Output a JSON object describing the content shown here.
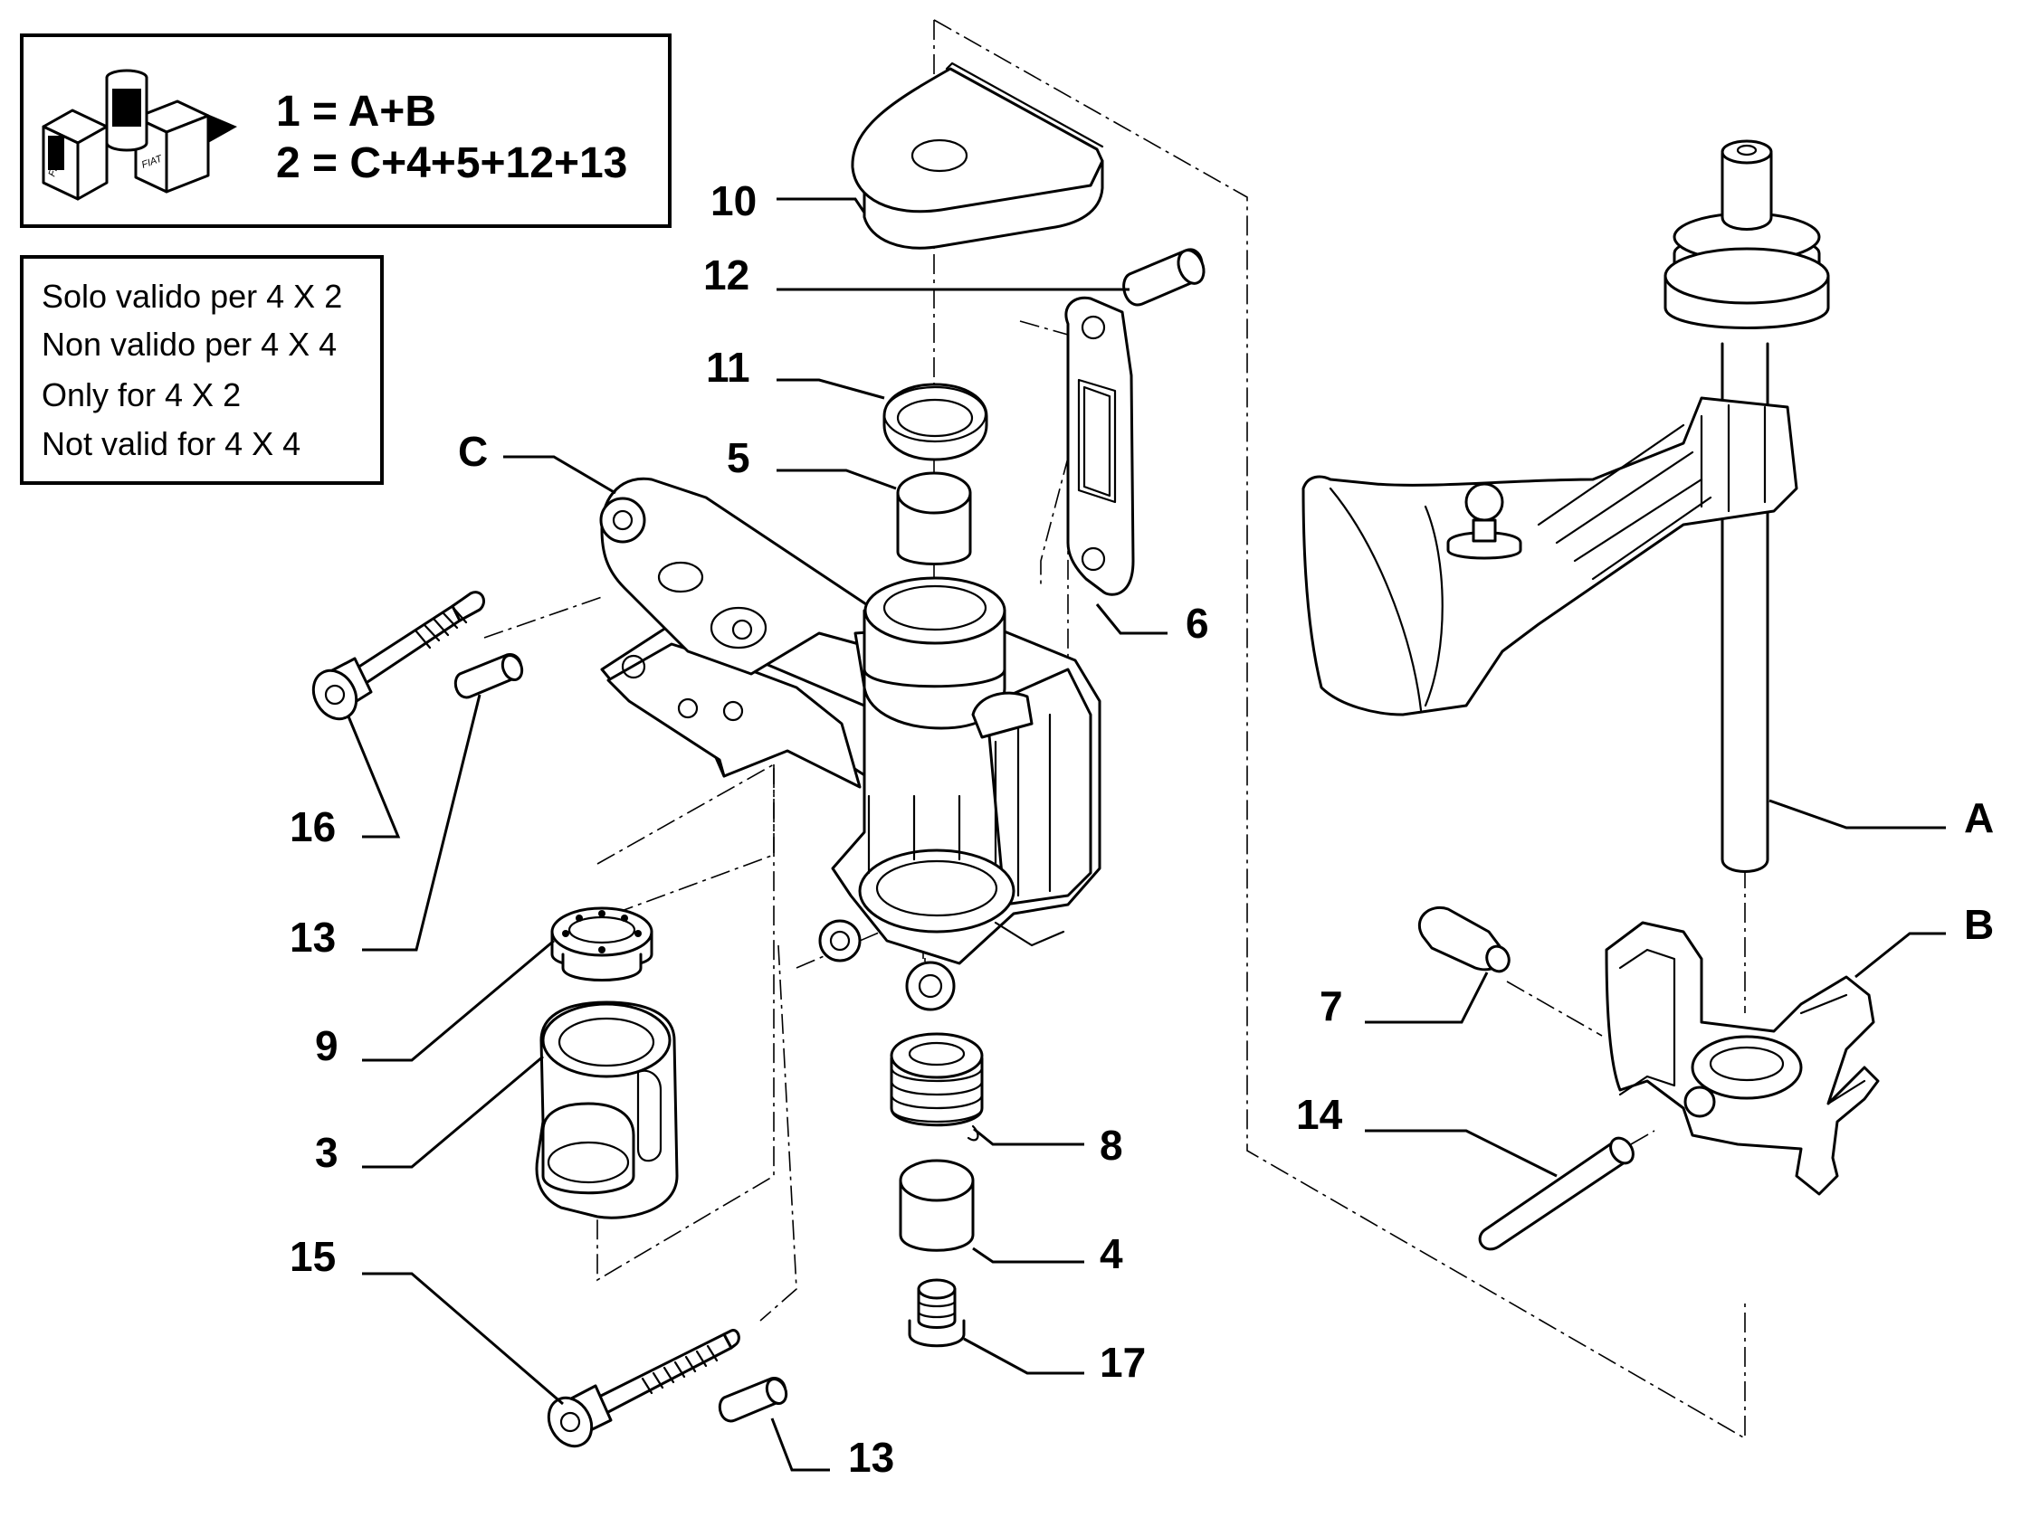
{
  "kit_legend": {
    "formula_1": "1 = A+B",
    "formula_2": "2 = C+4+5+12+13",
    "brand": "FIAT"
  },
  "validity_note": {
    "lines": [
      "Solo valido per 4 X 2",
      "Non valido per 4 X 4",
      "Only for 4 X 2",
      "Not valid for 4 X 4"
    ]
  },
  "callouts": {
    "c10": "10",
    "c12": "12",
    "c11": "11",
    "c5": "5",
    "cC": "C",
    "c6": "6",
    "c16": "16",
    "c13a": "13",
    "c9": "9",
    "c3": "3",
    "c15": "15",
    "c8": "8",
    "c4": "4",
    "c17": "17",
    "c13b": "13",
    "cA": "A",
    "cB": "B",
    "c7": "7",
    "c14": "14"
  }
}
